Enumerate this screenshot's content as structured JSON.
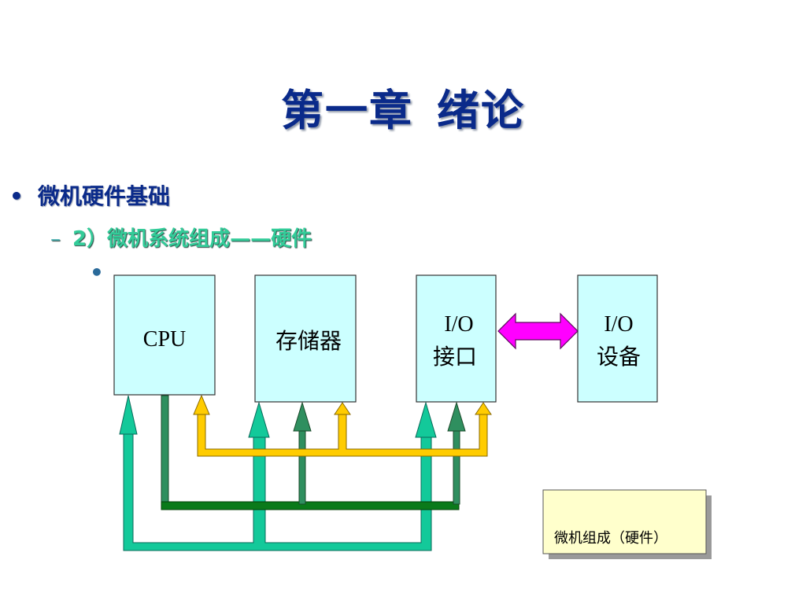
{
  "slide": {
    "title_part1": "第一章",
    "title_part2": "绪论",
    "bullet_l1": "微机硬件基础",
    "bullet_l1_mark": "•",
    "bullet_l2_mark": "–",
    "bullet_l2": "2）微机系统组成——硬件",
    "bullet_l3_mark": "•"
  },
  "diagram": {
    "cpu_label": "CPU",
    "memory_label": "存储器",
    "io_interface_line1": "I/O",
    "io_interface_line2": "接口",
    "io_device_line1": "I/O",
    "io_device_line2": "设备",
    "caption": "微机组成（硬件）"
  },
  "colors": {
    "title": "#0a2a8a",
    "bullet_l2": "#33cc99",
    "box_fill": "#ccffff",
    "data_bus": "#13c99a",
    "control_bus": "#2f8f5f",
    "control_bus_bar": "#0a7a1a",
    "address_bus": "#ffcc00",
    "io_arrow": "#ff00ff",
    "caption_fill": "#ffffcc"
  }
}
